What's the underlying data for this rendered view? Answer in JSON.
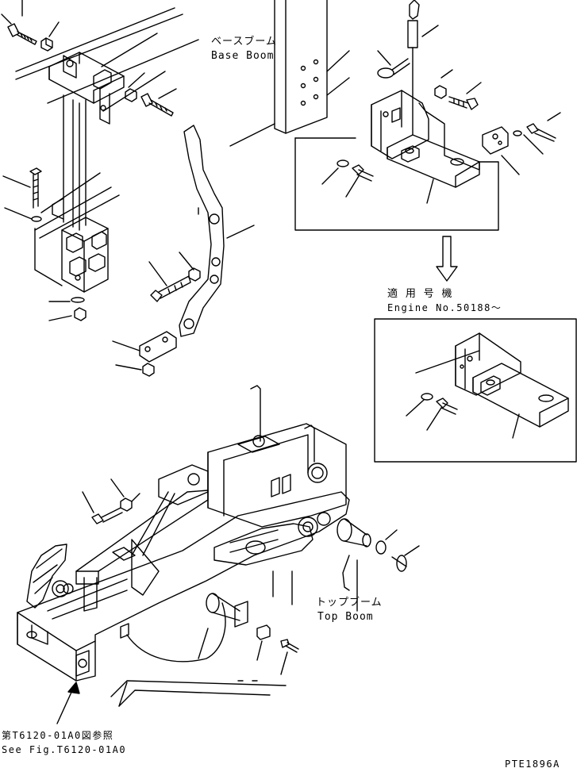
{
  "labels": {
    "base_boom_jp": "ベースブーム",
    "base_boom_en": "Base Boom",
    "applicable_jp": "適 用 号 機",
    "applicable_en": "Engine No.50188～",
    "top_boom_jp": "トップブーム",
    "top_boom_en": "Top Boom",
    "see_fig_jp": "第T6120-01A0図参照",
    "see_fig_en": "See Fig.T6120-01A0",
    "drawing_id": "PTE1896A"
  },
  "colors": {
    "line": "#000000",
    "background": "#ffffff"
  }
}
